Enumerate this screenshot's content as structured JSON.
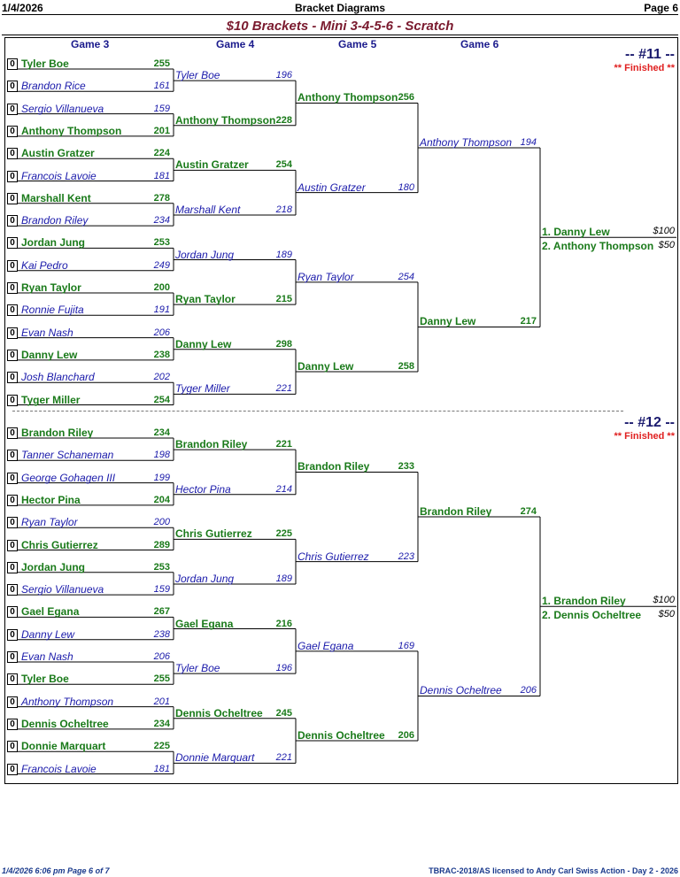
{
  "header": {
    "date": "1/4/2026",
    "title": "Bracket Diagrams",
    "page": "Page 6"
  },
  "title": "$10 Brackets - Mini 3-4-5-6 - Scratch",
  "columns": [
    "Game 3",
    "Game 4",
    "Game 5",
    "Game 6"
  ],
  "brackets": [
    {
      "number": "-- #11 --",
      "status": "** Finished **",
      "game3": [
        {
          "box": "0",
          "name": "Tyler Boe",
          "score": "255",
          "win": true
        },
        {
          "box": "0",
          "name": "Brandon Rice",
          "score": "161",
          "win": false
        },
        {
          "box": "0",
          "name": "Sergio Villanueva",
          "score": "159",
          "win": false
        },
        {
          "box": "0",
          "name": "Anthony Thompson",
          "score": "201",
          "win": true
        },
        {
          "box": "0",
          "name": "Austin Gratzer",
          "score": "224",
          "win": true
        },
        {
          "box": "0",
          "name": "Francois Lavoie",
          "score": "181",
          "win": false
        },
        {
          "box": "0",
          "name": "Marshall Kent",
          "score": "278",
          "win": true
        },
        {
          "box": "0",
          "name": "Brandon Riley",
          "score": "234",
          "win": false
        },
        {
          "box": "0",
          "name": "Jordan Jung",
          "score": "253",
          "win": true
        },
        {
          "box": "0",
          "name": "Kai Pedro",
          "score": "249",
          "win": false
        },
        {
          "box": "0",
          "name": "Ryan Taylor",
          "score": "200",
          "win": true
        },
        {
          "box": "0",
          "name": "Ronnie Fujita",
          "score": "191",
          "win": false
        },
        {
          "box": "0",
          "name": "Evan Nash",
          "score": "206",
          "win": false
        },
        {
          "box": "0",
          "name": "Danny Lew",
          "score": "238",
          "win": true
        },
        {
          "box": "0",
          "name": "Josh Blanchard",
          "score": "202",
          "win": false
        },
        {
          "box": "0",
          "name": "Tyger Miller",
          "score": "254",
          "win": true
        }
      ],
      "game4": [
        {
          "name": "Tyler Boe",
          "score": "196",
          "win": false
        },
        {
          "name": "Anthony Thompson",
          "score": "228",
          "win": true
        },
        {
          "name": "Austin Gratzer",
          "score": "254",
          "win": true
        },
        {
          "name": "Marshall Kent",
          "score": "218",
          "win": false
        },
        {
          "name": "Jordan Jung",
          "score": "189",
          "win": false
        },
        {
          "name": "Ryan Taylor",
          "score": "215",
          "win": true
        },
        {
          "name": "Danny Lew",
          "score": "298",
          "win": true
        },
        {
          "name": "Tyger Miller",
          "score": "221",
          "win": false
        }
      ],
      "game5": [
        {
          "name": "Anthony Thompson",
          "score": "256",
          "win": true
        },
        {
          "name": "Austin Gratzer",
          "score": "180",
          "win": false
        },
        {
          "name": "Ryan Taylor",
          "score": "254",
          "win": false
        },
        {
          "name": "Danny Lew",
          "score": "258",
          "win": true
        }
      ],
      "game6": [
        {
          "name": "Anthony Thompson",
          "score": "194",
          "win": false
        },
        {
          "name": "Danny Lew",
          "score": "217",
          "win": true
        }
      ],
      "prizes": [
        {
          "label": "1. Danny Lew",
          "amount": "$100"
        },
        {
          "label": "2. Anthony Thompson",
          "amount": "$50"
        }
      ]
    },
    {
      "number": "-- #12 --",
      "status": "** Finished **",
      "game3": [
        {
          "box": "0",
          "name": "Brandon Riley",
          "score": "234",
          "win": true
        },
        {
          "box": "0",
          "name": "Tanner Schaneman",
          "score": "198",
          "win": false
        },
        {
          "box": "0",
          "name": "George Gohagen III",
          "score": "199",
          "win": false
        },
        {
          "box": "0",
          "name": "Hector Pina",
          "score": "204",
          "win": true
        },
        {
          "box": "0",
          "name": "Ryan Taylor",
          "score": "200",
          "win": false
        },
        {
          "box": "0",
          "name": "Chris Gutierrez",
          "score": "289",
          "win": true
        },
        {
          "box": "0",
          "name": "Jordan Jung",
          "score": "253",
          "win": true
        },
        {
          "box": "0",
          "name": "Sergio Villanueva",
          "score": "159",
          "win": false
        },
        {
          "box": "0",
          "name": "Gael Egana",
          "score": "267",
          "win": true
        },
        {
          "box": "0",
          "name": "Danny Lew",
          "score": "238",
          "win": false
        },
        {
          "box": "0",
          "name": "Evan Nash",
          "score": "206",
          "win": false
        },
        {
          "box": "0",
          "name": "Tyler Boe",
          "score": "255",
          "win": true
        },
        {
          "box": "0",
          "name": "Anthony Thompson",
          "score": "201",
          "win": false
        },
        {
          "box": "0",
          "name": "Dennis Ocheltree",
          "score": "234",
          "win": true
        },
        {
          "box": "0",
          "name": "Donnie Marquart",
          "score": "225",
          "win": true
        },
        {
          "box": "0",
          "name": "Francois Lavoie",
          "score": "181",
          "win": false
        }
      ],
      "game4": [
        {
          "name": "Brandon Riley",
          "score": "221",
          "win": true
        },
        {
          "name": "Hector Pina",
          "score": "214",
          "win": false
        },
        {
          "name": "Chris Gutierrez",
          "score": "225",
          "win": true
        },
        {
          "name": "Jordan Jung",
          "score": "189",
          "win": false
        },
        {
          "name": "Gael Egana",
          "score": "216",
          "win": true
        },
        {
          "name": "Tyler Boe",
          "score": "196",
          "win": false
        },
        {
          "name": "Dennis Ocheltree",
          "score": "245",
          "win": true
        },
        {
          "name": "Donnie Marquart",
          "score": "221",
          "win": false
        }
      ],
      "game5": [
        {
          "name": "Brandon Riley",
          "score": "233",
          "win": true
        },
        {
          "name": "Chris Gutierrez",
          "score": "223",
          "win": false
        },
        {
          "name": "Gael Egana",
          "score": "169",
          "win": false
        },
        {
          "name": "Dennis Ocheltree",
          "score": "206",
          "win": true
        }
      ],
      "game6": [
        {
          "name": "Brandon Riley",
          "score": "274",
          "win": true
        },
        {
          "name": "Dennis Ocheltree",
          "score": "206",
          "win": false
        }
      ],
      "prizes": [
        {
          "label": "1. Brandon Riley",
          "amount": "$100"
        },
        {
          "label": "2. Dennis Ocheltree",
          "amount": "$50"
        }
      ]
    }
  ],
  "footer": {
    "left": "1/4/2026  6:06 pm  Page 6 of 7",
    "right": "TBRAC-2018/AS licensed to Andy Carl  Swiss Action - Day 2 - 2026"
  }
}
